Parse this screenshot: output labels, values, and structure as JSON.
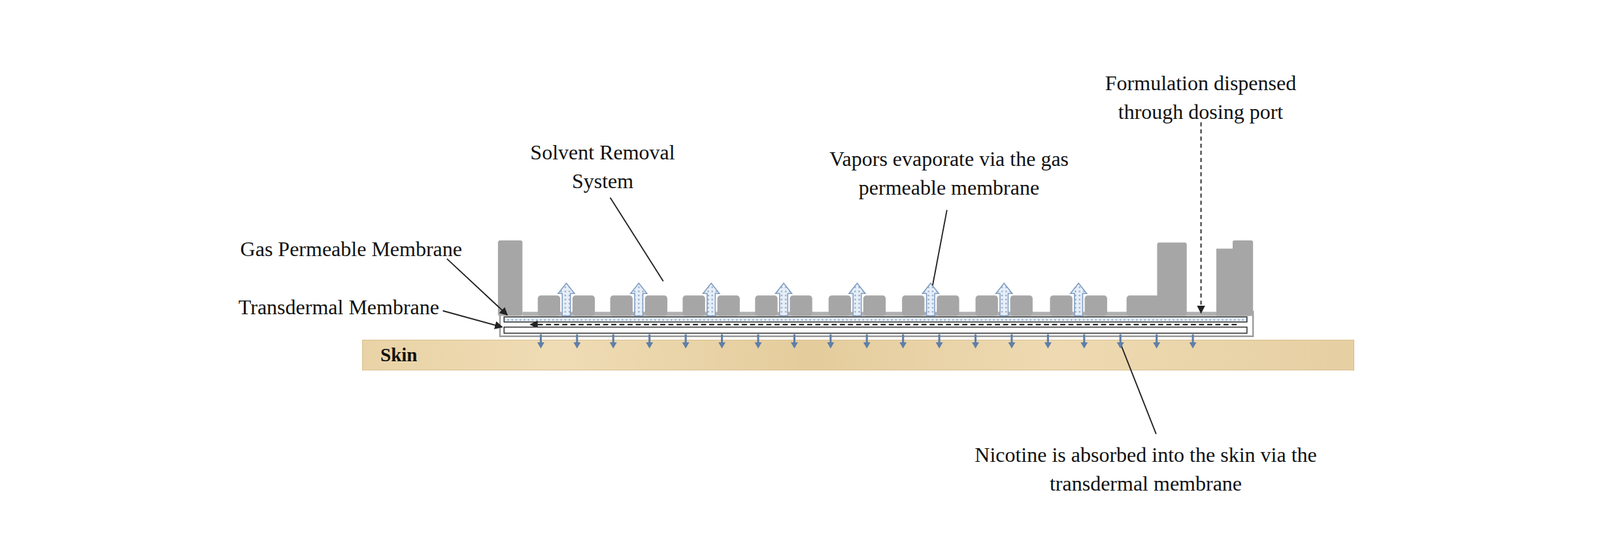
{
  "diagram": {
    "nodes": [
      {
        "text": [
          "Skin"
        ]
      }
    ],
    "labels": [
      "Formulation dispensed through dosing port",
      "Solvent Removal System",
      "Vapors evaporate via the gas permeable membrane",
      "Gas Permeable Membrane",
      "Transdermal Membrane",
      "Nicotine is absorbed into the skin via the transdermal membrane"
    ]
  }
}
